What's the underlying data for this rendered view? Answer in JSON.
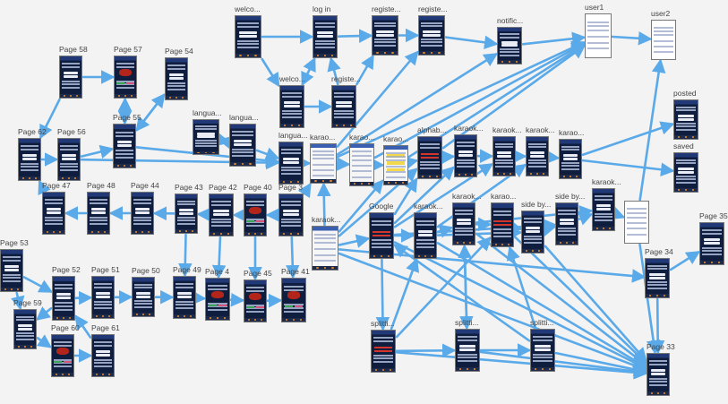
{
  "colors": {
    "background": "#f3f3f3",
    "arrow": "#5aa9e8",
    "screen_dark": "#0e1a3a",
    "label": "#444444"
  },
  "nodes": [
    {
      "id": "welcome1",
      "label": "welco...",
      "style": "dark"
    },
    {
      "id": "login",
      "label": "log in",
      "style": "dark"
    },
    {
      "id": "register1",
      "label": "registe...",
      "style": "dark"
    },
    {
      "id": "register2",
      "label": "registe...",
      "style": "dark"
    },
    {
      "id": "notification",
      "label": "notific...",
      "style": "dark"
    },
    {
      "id": "user1",
      "label": "user1",
      "style": "white"
    },
    {
      "id": "user2",
      "label": "user2",
      "style": "white"
    },
    {
      "id": "welcome2",
      "label": "welco...",
      "style": "dark"
    },
    {
      "id": "register3",
      "label": "registe...",
      "style": "dark"
    },
    {
      "id": "posted",
      "label": "posted",
      "style": "dark"
    },
    {
      "id": "saved",
      "label": "saved",
      "style": "dark"
    },
    {
      "id": "page58",
      "label": "Page 58",
      "style": "dark"
    },
    {
      "id": "page57",
      "label": "Page 57",
      "style": "red"
    },
    {
      "id": "page54",
      "label": "Page 54",
      "style": "dark"
    },
    {
      "id": "language1",
      "label": "langua...",
      "style": "dark"
    },
    {
      "id": "language2",
      "label": "langua...",
      "style": "dark"
    },
    {
      "id": "page55",
      "label": "Page 55",
      "style": "dark"
    },
    {
      "id": "page62",
      "label": "Page 62",
      "style": "dark"
    },
    {
      "id": "page56",
      "label": "Page 56",
      "style": "dark"
    },
    {
      "id": "language3",
      "label": "langua...",
      "style": "dark"
    },
    {
      "id": "karaoke1",
      "label": "karao...",
      "style": "light"
    },
    {
      "id": "karaoke2",
      "label": "karao...",
      "style": "light"
    },
    {
      "id": "karaoke3",
      "label": "karao...",
      "style": "lightyellow"
    },
    {
      "id": "alphabet",
      "label": "alphab...",
      "style": "redtext"
    },
    {
      "id": "karaoke4",
      "label": "karaok...",
      "style": "dark"
    },
    {
      "id": "karaoke5",
      "label": "karaok...",
      "style": "dark"
    },
    {
      "id": "karaoke6",
      "label": "karaok...",
      "style": "dark"
    },
    {
      "id": "karaoke7",
      "label": "karao...",
      "style": "dark"
    },
    {
      "id": "page47",
      "label": "Page 47",
      "style": "dark"
    },
    {
      "id": "page48",
      "label": "Page 48",
      "style": "dark"
    },
    {
      "id": "page44",
      "label": "Page 44",
      "style": "dark"
    },
    {
      "id": "page43",
      "label": "Page 43",
      "style": "dark"
    },
    {
      "id": "page42",
      "label": "Page 42",
      "style": "dark"
    },
    {
      "id": "page40",
      "label": "Page 40",
      "style": "red"
    },
    {
      "id": "page39",
      "label": "Page 3",
      "style": "dark"
    },
    {
      "id": "karaoke8",
      "label": "karaok...",
      "style": "light"
    },
    {
      "id": "google",
      "label": "Google",
      "style": "redtext"
    },
    {
      "id": "karaoke9",
      "label": "karaok...",
      "style": "dark"
    },
    {
      "id": "karaoke10",
      "label": "karaok...",
      "style": "dark"
    },
    {
      "id": "karaoke11",
      "label": "karao...",
      "style": "redtext"
    },
    {
      "id": "sidebyside1",
      "label": "side by...",
      "style": "dark"
    },
    {
      "id": "sidebyside2",
      "label": "side by...",
      "style": "dark"
    },
    {
      "id": "karaoke12",
      "label": "karaok...",
      "style": "dark"
    },
    {
      "id": "category",
      "label": "",
      "style": "white"
    },
    {
      "id": "page35",
      "label": "Page 35",
      "style": "dark"
    },
    {
      "id": "page53",
      "label": "Page 53",
      "style": "dark"
    },
    {
      "id": "page52",
      "label": "Page 52",
      "style": "dark"
    },
    {
      "id": "page51",
      "label": "Page 51",
      "style": "dark"
    },
    {
      "id": "page50",
      "label": "Page 50",
      "style": "dark"
    },
    {
      "id": "page49",
      "label": "Page 49",
      "style": "dark"
    },
    {
      "id": "page46",
      "label": "Page 4",
      "style": "red"
    },
    {
      "id": "page45",
      "label": "Page 45",
      "style": "red"
    },
    {
      "id": "page41",
      "label": "Page 41",
      "style": "red"
    },
    {
      "id": "page34",
      "label": "Page 34",
      "style": "dark"
    },
    {
      "id": "page59",
      "label": "Page 59",
      "style": "dark"
    },
    {
      "id": "page60",
      "label": "Page 60",
      "style": "red"
    },
    {
      "id": "page61",
      "label": "Page 61",
      "style": "dark"
    },
    {
      "id": "splitting1",
      "label": "splitti...",
      "style": "redtext"
    },
    {
      "id": "splitting2",
      "label": "splitti...",
      "style": "dark"
    },
    {
      "id": "splitting3",
      "label": "splitti...",
      "style": "dark"
    },
    {
      "id": "page33",
      "label": "Page 33",
      "style": "dark"
    }
  ],
  "edges": [
    [
      "welcome1",
      "login"
    ],
    [
      "login",
      "register1"
    ],
    [
      "register1",
      "register2"
    ],
    [
      "register2",
      "notification"
    ],
    [
      "notification",
      "user1"
    ],
    [
      "user1",
      "user2"
    ],
    [
      "welcome1",
      "welcome2"
    ],
    [
      "welcome2",
      "login"
    ],
    [
      "welcome2",
      "register3"
    ],
    [
      "register3",
      "login"
    ],
    [
      "register3",
      "register1"
    ],
    [
      "login",
      "welcome2"
    ],
    [
      "page58",
      "page57"
    ],
    [
      "page57",
      "page55"
    ],
    [
      "page54",
      "page55"
    ],
    [
      "page58",
      "page62"
    ],
    [
      "page62",
      "page56"
    ],
    [
      "page56",
      "page55"
    ],
    [
      "page55",
      "page57"
    ],
    [
      "page55",
      "page54"
    ],
    [
      "language1",
      "language2"
    ],
    [
      "language2",
      "language3"
    ],
    [
      "language3",
      "karaoke1"
    ],
    [
      "language2",
      "language1"
    ],
    [
      "page55",
      "language3"
    ],
    [
      "page56",
      "language3"
    ],
    [
      "karaoke1",
      "karaoke2"
    ],
    [
      "karaoke2",
      "karaoke3"
    ],
    [
      "karaoke3",
      "alphabet"
    ],
    [
      "alphabet",
      "karaoke4"
    ],
    [
      "karaoke4",
      "karaoke5"
    ],
    [
      "karaoke5",
      "karaoke6"
    ],
    [
      "karaoke6",
      "karaoke7"
    ],
    [
      "karaoke7",
      "posted"
    ],
    [
      "karaoke7",
      "saved"
    ],
    [
      "page47",
      "page62"
    ],
    [
      "page48",
      "page47"
    ],
    [
      "page44",
      "page48"
    ],
    [
      "page43",
      "page44"
    ],
    [
      "page42",
      "page43"
    ],
    [
      "page40",
      "page42"
    ],
    [
      "page39",
      "page40"
    ],
    [
      "page39",
      "karaoke1"
    ],
    [
      "page43",
      "page49"
    ],
    [
      "page42",
      "page46"
    ],
    [
      "page40",
      "page45"
    ],
    [
      "page39",
      "page41"
    ],
    [
      "page53",
      "page52"
    ],
    [
      "page52",
      "page51"
    ],
    [
      "page51",
      "page50"
    ],
    [
      "page50",
      "page49"
    ],
    [
      "page49",
      "page46"
    ],
    [
      "page46",
      "page45"
    ],
    [
      "page45",
      "page41"
    ],
    [
      "page52",
      "page59"
    ],
    [
      "page59",
      "page60"
    ],
    [
      "page60",
      "page61"
    ],
    [
      "page61",
      "page52"
    ],
    [
      "page53",
      "page59"
    ],
    [
      "karaoke8",
      "google"
    ],
    [
      "google",
      "karaoke9"
    ],
    [
      "karaoke9",
      "karaoke10"
    ],
    [
      "karaoke10",
      "karaoke11"
    ],
    [
      "karaoke11",
      "sidebyside1"
    ],
    [
      "sidebyside1",
      "sidebyside2"
    ],
    [
      "sidebyside2",
      "karaoke12"
    ],
    [
      "karaoke12",
      "category"
    ],
    [
      "category",
      "user2"
    ],
    [
      "karaoke8",
      "karaoke1"
    ],
    [
      "google",
      "splitting1"
    ],
    [
      "splitting1",
      "splitting2"
    ],
    [
      "splitting2",
      "splitting3"
    ],
    [
      "splitting3",
      "page33"
    ],
    [
      "page34",
      "page35"
    ],
    [
      "page34",
      "page33"
    ],
    [
      "karaoke8",
      "page33"
    ],
    [
      "google",
      "page33"
    ],
    [
      "karaoke9",
      "page33"
    ],
    [
      "karaoke10",
      "page33"
    ],
    [
      "karaoke11",
      "page33"
    ],
    [
      "sidebyside1",
      "page33"
    ],
    [
      "category",
      "page33"
    ],
    [
      "karaoke1",
      "user1"
    ],
    [
      "karaoke2",
      "user1"
    ],
    [
      "karaoke3",
      "user1"
    ],
    [
      "alphabet",
      "user1"
    ],
    [
      "karaoke1",
      "notification"
    ],
    [
      "karaoke1",
      "register2"
    ],
    [
      "google",
      "alphabet"
    ],
    [
      "google",
      "karaoke4"
    ],
    [
      "google",
      "karaoke5"
    ],
    [
      "karaoke9",
      "karaoke6"
    ],
    [
      "karaoke8",
      "karaoke3"
    ],
    [
      "karaoke8",
      "alphabet"
    ],
    [
      "splitting1",
      "karaoke9"
    ],
    [
      "splitting2",
      "karaoke10"
    ],
    [
      "splitting3",
      "karaoke11"
    ],
    [
      "splitting1",
      "karaoke11"
    ],
    [
      "splitting2",
      "page33"
    ],
    [
      "splitting1",
      "page33"
    ],
    [
      "google",
      "sidebyside2"
    ],
    [
      "karaoke9",
      "sidebyside1"
    ],
    [
      "karaoke10",
      "karaoke12"
    ],
    [
      "karaoke8",
      "page34"
    ],
    [
      "splitting3",
      "google"
    ],
    [
      "karaoke10",
      "splitting2"
    ]
  ]
}
